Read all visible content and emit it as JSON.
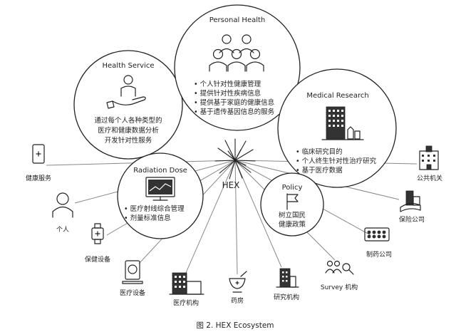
{
  "center": {
    "label": "HEX"
  },
  "personal_health": {
    "title": "Personal Health",
    "bullets": [
      "个人针对性健康管理",
      "提供针对性疾病信息",
      "提供基于家庭的健康信息",
      "基于遗传基因信息的服务"
    ]
  },
  "health_service": {
    "title": "Health Service",
    "lines": [
      "通过每个人各种类型的",
      "医疗和健康数据分析",
      "开发针对性服务"
    ]
  },
  "medical_research": {
    "title": "Medical Research",
    "bullets": [
      "临床研究目的",
      "个人终生针对性治疗研究",
      "基于医疗数据"
    ]
  },
  "radiation_dose": {
    "title": "Radiation Dose",
    "bullets": [
      "医疗射线综合管理",
      "剂量标准信息"
    ]
  },
  "policy": {
    "title": "Policy",
    "lines": [
      "树立国民",
      "健康政策"
    ]
  },
  "stakeholders": {
    "health_service_app": "健康服务",
    "individual": "个人",
    "health_device": "保健设备",
    "medical_device": "医疗设备",
    "medical_institution": "医疗机构",
    "pharmacy": "药房",
    "research_institution": "研究机构",
    "survey_institution": "Survey 机构",
    "pharma_company": "制药公司",
    "insurance_company": "保险公司",
    "public_agency": "公共机关"
  },
  "caption": "图 2. HEX Ecosystem"
}
